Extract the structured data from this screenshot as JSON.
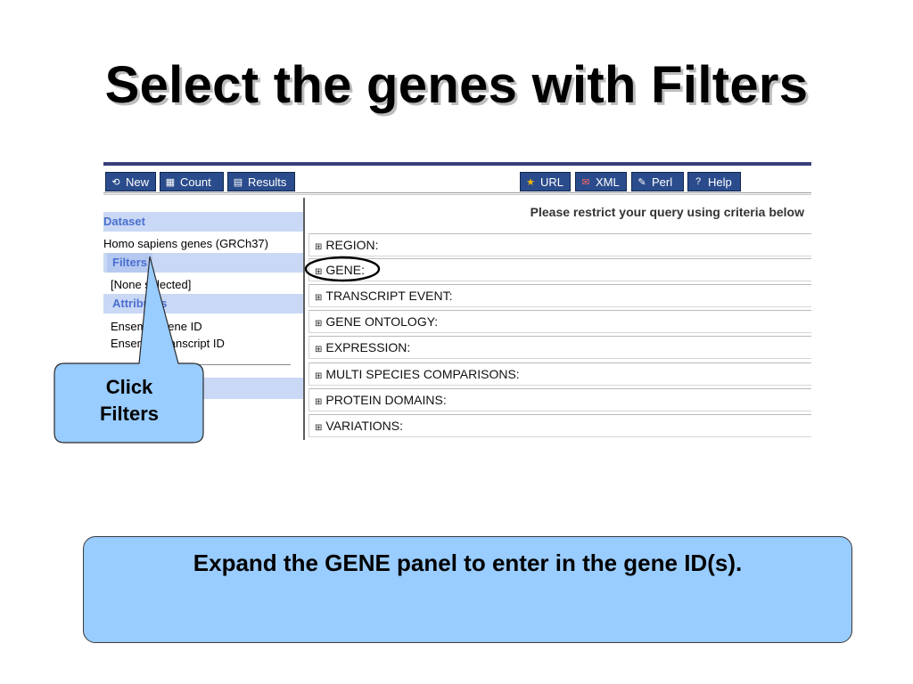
{
  "slide": {
    "title": "Select the genes with Filters",
    "callout": {
      "line1": "Click",
      "line2": "Filters"
    },
    "note": "Expand the GENE panel to enter in the gene ID(s)."
  },
  "toolbar": {
    "left_buttons": [
      {
        "label": "New",
        "icon": "refresh-icon"
      },
      {
        "label": "Count",
        "icon": "calculator-icon"
      },
      {
        "label": "Results",
        "icon": "table-icon"
      }
    ],
    "right_buttons": [
      {
        "label": "URL",
        "icon": "star-icon"
      },
      {
        "label": "XML",
        "icon": "xml-icon"
      },
      {
        "label": "Perl",
        "icon": "script-icon"
      },
      {
        "label": "Help",
        "icon": "help-icon"
      }
    ]
  },
  "sidebar": {
    "dataset_header": "Dataset",
    "dataset_value": "Homo sapiens genes (GRCh37)",
    "filters_header": "Filters",
    "filters_value": "[None selected]",
    "attributes_header": "Attributes",
    "attribute_1": "Ensembl Gene ID",
    "attribute_2": "Ensembl Transcript ID"
  },
  "main": {
    "header": "Please restrict your query using criteria below",
    "filter_sections": [
      "REGION:",
      "GENE:",
      "TRANSCRIPT EVENT:",
      "GENE ONTOLOGY:",
      "EXPRESSION:",
      "MULTI SPECIES COMPARISONS:",
      "PROTEIN DOMAINS:",
      "VARIATIONS:"
    ],
    "expand_glyph": "⊞"
  },
  "colors": {
    "button_bg": "#2b4c8c",
    "sidebar_header_bg": "#c9d8f5",
    "sidebar_header_text": "#4a6fd0",
    "callout_fill": "#99ccff",
    "note_fill": "#99ccff"
  }
}
